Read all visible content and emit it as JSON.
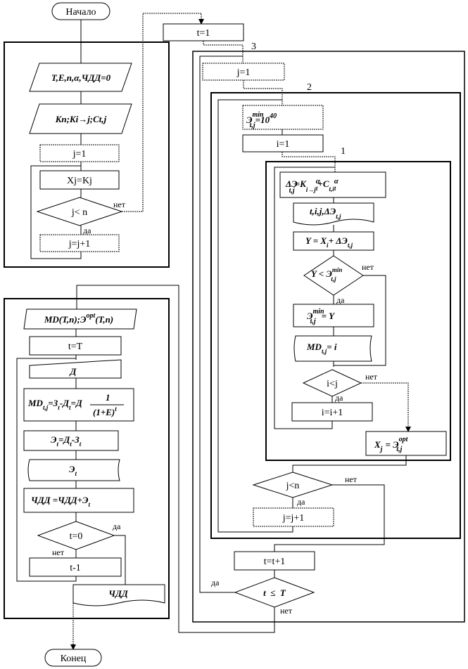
{
  "terminals": {
    "start": "Начало",
    "end": "Конец"
  },
  "init": {
    "input_params": "T,E,n,α,ЧДД=0",
    "input_k": "Kn;Ki→j;Ct,j",
    "j_init": "j=1",
    "x_assign": "Xj=Kj",
    "cond": "j< n",
    "yes": "да",
    "no": "нет",
    "j_incr": "j=j+1"
  },
  "loop_labels": {
    "l3": "3",
    "l2": "2",
    "l1": "1"
  },
  "main": {
    "t_init": "t=1",
    "j_init": "j=1",
    "emin_init": {
      "base": "Э",
      "sup": "min",
      "sub": "t,j",
      "eq": "=10",
      "exp": "40"
    },
    "i_init": "i=1",
    "delta_e": {
      "base": "ΔЭ",
      "sub": "t,j",
      "expr": "=K",
      "k_sub": "i→j",
      "alpha1": "α",
      "t_sub1": "t",
      "plus": "+C",
      "c_sub": "t,i",
      "alpha2": "α",
      "t_sub2": "t"
    },
    "doc1": "t,i,j,ΔЭ",
    "doc1_sub": "t,j",
    "y_assign": "Y = X",
    "y_sub": "i",
    "y_rest": "+ ΔЭ",
    "y_rest_sub": "t,j",
    "cond_y": {
      "lhs": "Y < Э",
      "sup": "min",
      "sub": "t,j"
    },
    "yes": "да",
    "no": "нет",
    "emin_set": {
      "base": "Э",
      "sup": "min",
      "sub": "t,j",
      "rhs": "= Y"
    },
    "md_doc": {
      "base": "MD",
      "sub": "t,j",
      "rhs": "= i"
    },
    "cond_i": "i<j",
    "i_incr": "i=i+1",
    "x_opt": {
      "lhs": "X",
      "sub": "j",
      "eq": "= Э",
      "sup": "opt",
      "sub2": "t,j"
    },
    "cond_j": "j<n",
    "j_incr": "j=j+1",
    "t_incr": "t=t+1",
    "cond_t": "t  ≤  T"
  },
  "final": {
    "inputs": "MD(T,n);Э",
    "inputs_sup": "opt",
    "inputs_rest": "(T,n)",
    "t_set": "t=T",
    "d_input": "Д",
    "md_formula": {
      "a": "MD",
      "a_sub": "t,j",
      "b": "=З",
      "b_sub": "t",
      "c": "-Д",
      "c_sub": "t",
      "d": "=Д",
      "frac_num": "1",
      "frac_den": "(1+E)",
      "frac_exp": "t"
    },
    "e_formula": {
      "a": "Э",
      "a_sub": "t",
      "b": "=Д",
      "b_sub": "t",
      "c": "-З",
      "c_sub": "t"
    },
    "e_doc": {
      "a": "Э",
      "a_sub": "t"
    },
    "chdd_formula": "ЧДД =ЧДД+Э",
    "chdd_sub": "t",
    "cond_t0": "t=0",
    "yes": "да",
    "no": "нет",
    "t_dec": "t-1",
    "chdd_doc": "ЧДД"
  }
}
